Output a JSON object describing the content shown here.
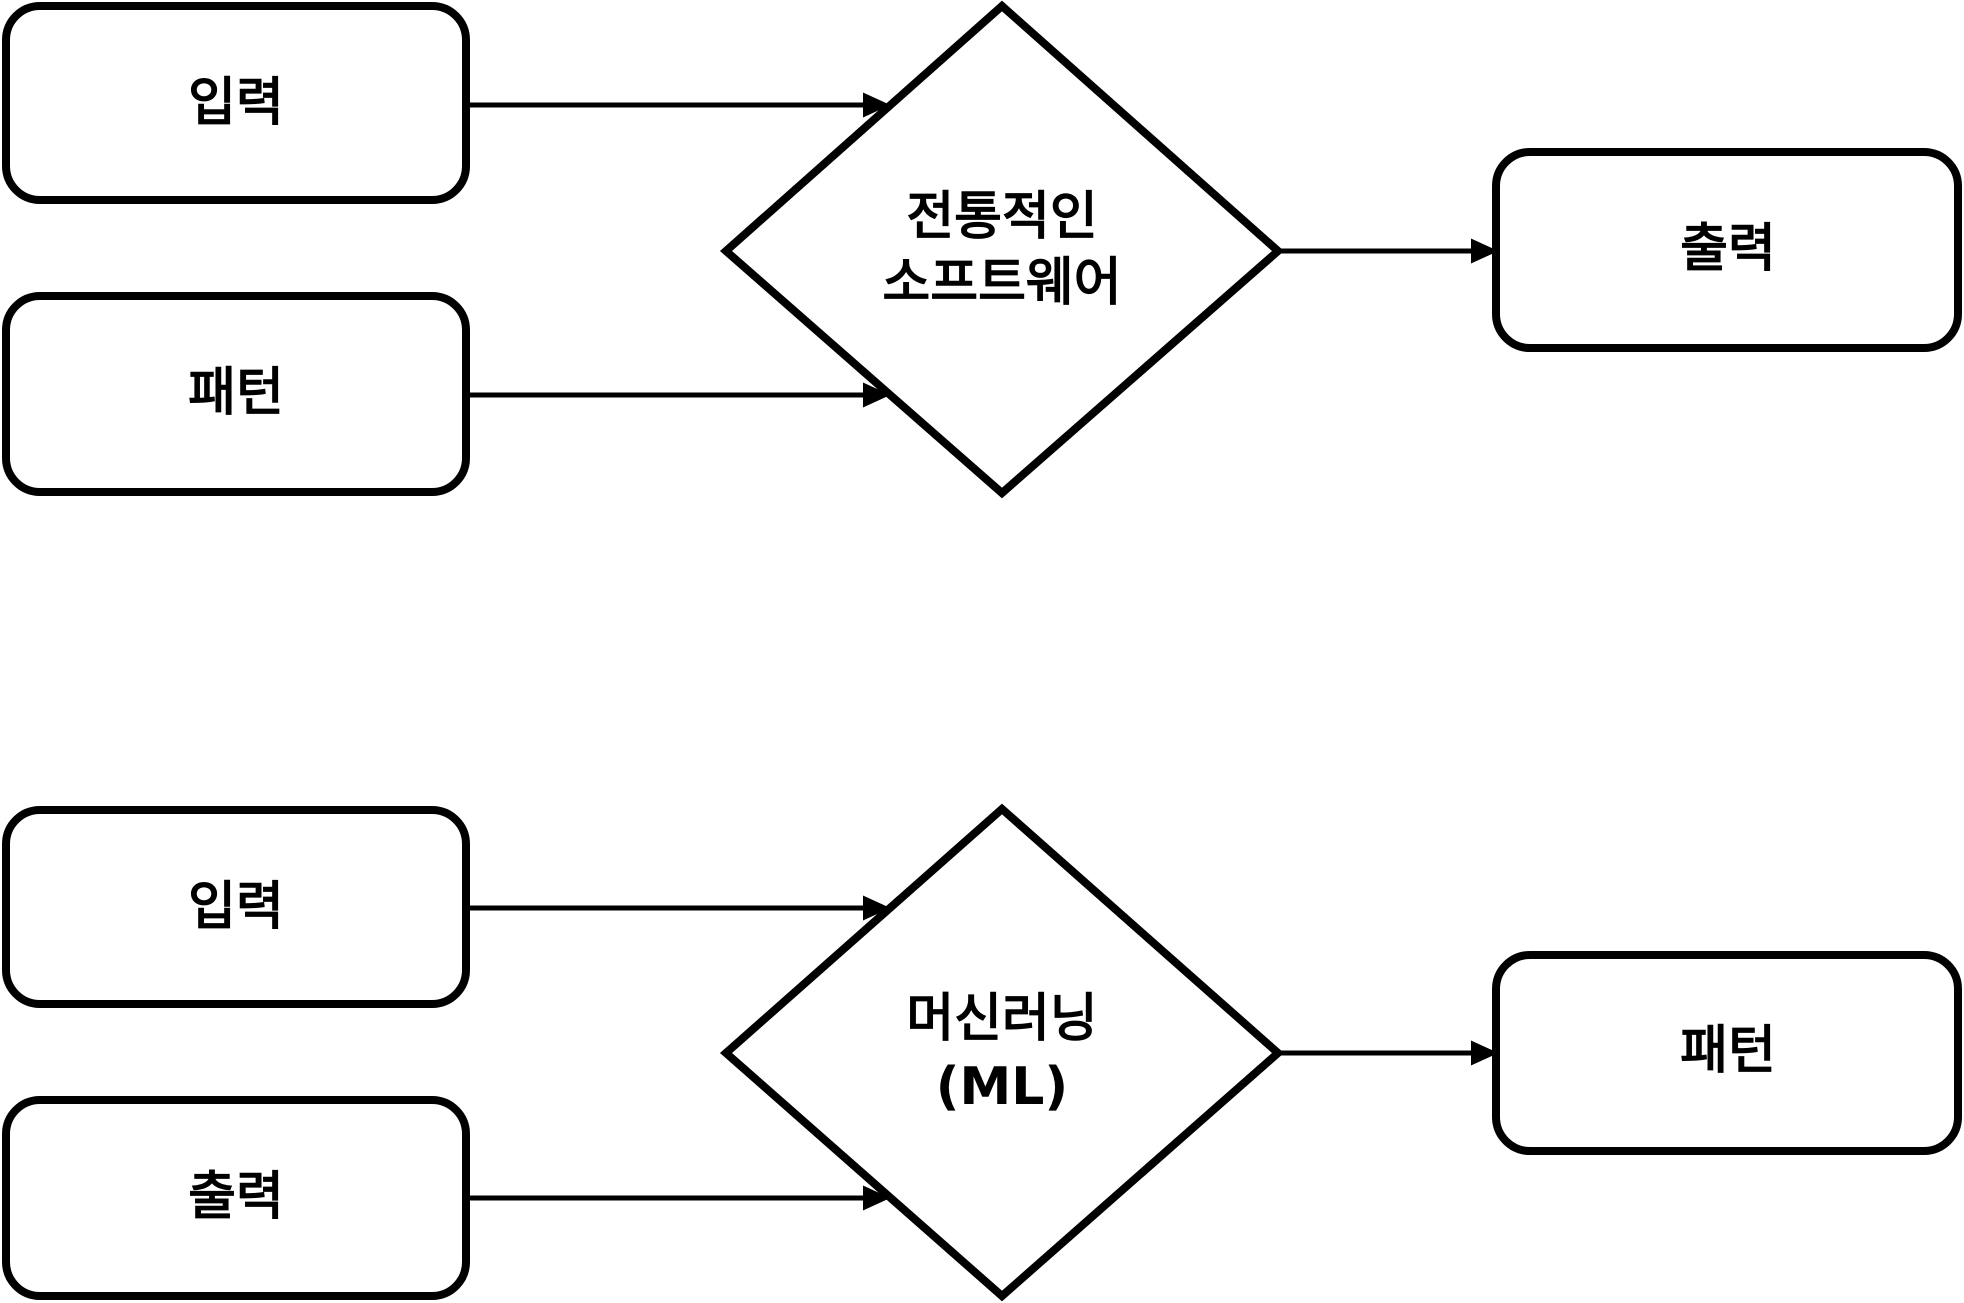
{
  "colors": {
    "stroke": "#000000",
    "fill": "#ffffff",
    "text": "#000000"
  },
  "top_flow": {
    "input_label": "입력",
    "pattern_label": "패턴",
    "process_line1": "전통적인",
    "process_line2": "소프트웨어",
    "output_label": "출력"
  },
  "bottom_flow": {
    "input_label": "입력",
    "output_label": "출력",
    "process_line1": "머신러닝",
    "process_line2": "(ML)",
    "result_label": "패턴"
  }
}
